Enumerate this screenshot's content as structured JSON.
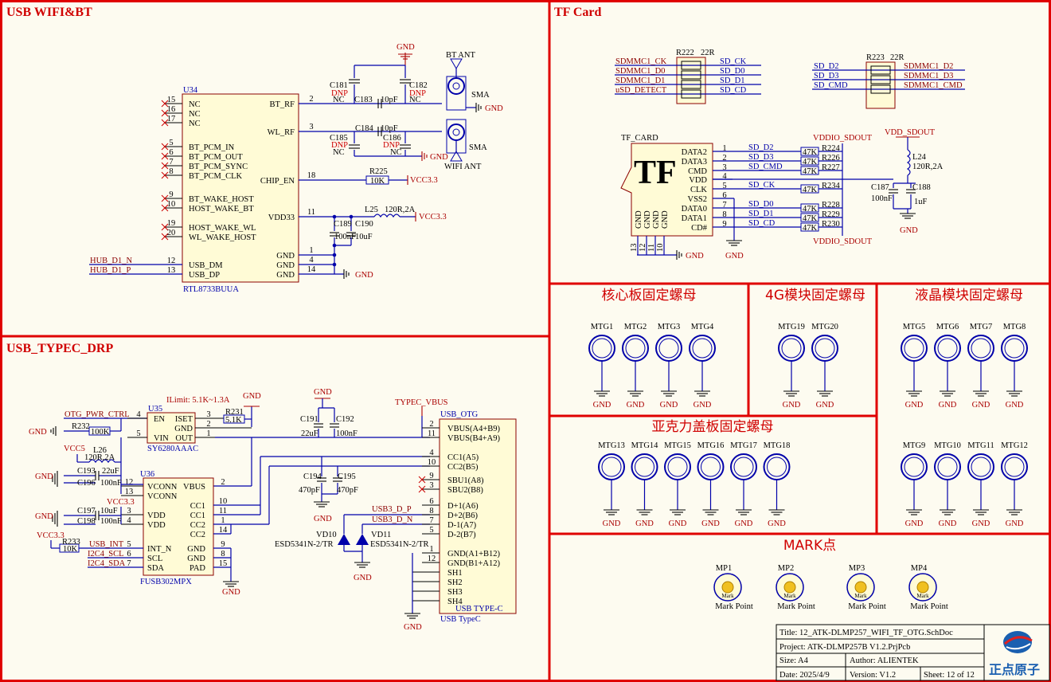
{
  "sections": {
    "usb_wifi_bt": "USB WIFI&BT",
    "tf_card": "TF Card",
    "usb_typec": "USB_TYPEC_DRP",
    "core_nut": "核心板固定螺母",
    "g4_nut": "4G模块固定螺母",
    "lcd_nut": "液晶模块固定螺母",
    "acrylic_nut": "亚克力盖板固定螺母",
    "mark": "MARK点"
  },
  "u34": {
    "ref": "U34",
    "part": "RTL8733BUUA",
    "left_pins": [
      {
        "num": "15",
        "name": "NC"
      },
      {
        "num": "16",
        "name": "NC"
      },
      {
        "num": "17",
        "name": "NC"
      },
      {
        "num": "5",
        "name": "BT_PCM_IN"
      },
      {
        "num": "6",
        "name": "BT_PCM_OUT"
      },
      {
        "num": "7",
        "name": "BT_PCM_SYNC"
      },
      {
        "num": "8",
        "name": "BT_PCM_CLK"
      },
      {
        "num": "9",
        "name": "BT_WAKE_HOST"
      },
      {
        "num": "10",
        "name": "HOST_WAKE_BT"
      },
      {
        "num": "19",
        "name": "HOST_WAKE_WL"
      },
      {
        "num": "20",
        "name": "WL_WAKE_HOST"
      },
      {
        "num": "12",
        "name": "USB_DM"
      },
      {
        "num": "13",
        "name": "USB_DP"
      }
    ],
    "right_pins": [
      {
        "num": "2",
        "name": "BT_RF"
      },
      {
        "num": "3",
        "name": "WL_RF"
      },
      {
        "num": "18",
        "name": "CHIP_EN"
      },
      {
        "num": "11",
        "name": "VDD33"
      },
      {
        "num": "1",
        "name": "GND"
      },
      {
        "num": "4",
        "name": "GND"
      },
      {
        "num": "14",
        "name": "GND"
      }
    ],
    "nets": {
      "dm": "HUB_D1_N",
      "dp": "HUB_D1_P"
    }
  },
  "wifi_parts": {
    "c181": "C181",
    "c182": "C182",
    "c183": "C183",
    "c184": "C184",
    "c185": "C185",
    "c186": "C186",
    "c189": "C189",
    "c190": "C190",
    "dnp": "DNP",
    "nc": "NC",
    "v10pf": "10pF",
    "r225": "R225",
    "r225v": "10K",
    "vcc33": "VCC3.3",
    "l25": "L25",
    "l25v": "120R,2A",
    "v100nf": "100nF",
    "v10uf": "10uF",
    "bt_ant": "BT ANT",
    "wifi_ant": "WIFI ANT",
    "sma": "SMA",
    "gnd": "GND"
  },
  "tf": {
    "r222": "R222",
    "r223": "R223",
    "v22r": "22R",
    "r222_left": [
      "SDMMC1_CK",
      "SDMMC1_D0",
      "SDMMC1_D1",
      "uSD_DETECT"
    ],
    "r222_right": [
      "SD_CK",
      "SD_D0",
      "SD_D1",
      "SD_CD"
    ],
    "r223_left": [
      "SD_D2",
      "SD_D3",
      "SD_CMD"
    ],
    "r223_right": [
      "SDMMC1_D2",
      "SDMMC1_D3",
      "SDMMC1_CMD"
    ],
    "ref": "TF_CARD",
    "logo": "TF",
    "pins": [
      {
        "num": "1",
        "name": "DATA2",
        "net": "SD_D2",
        "r": "R224"
      },
      {
        "num": "2",
        "name": "DATA3",
        "net": "SD_D3",
        "r": "R226"
      },
      {
        "num": "3",
        "name": "CMD",
        "net": "SD_CMD",
        "r": "R227"
      },
      {
        "num": "4",
        "name": "VDD",
        "net": "",
        "r": ""
      },
      {
        "num": "5",
        "name": "CLK",
        "net": "SD_CK",
        "r": "R234"
      },
      {
        "num": "6",
        "name": "VSS2",
        "net": "",
        "r": ""
      },
      {
        "num": "7",
        "name": "DATA0",
        "net": "SD_D0",
        "r": "R228"
      },
      {
        "num": "8",
        "name": "DATA1",
        "net": "SD_D1",
        "r": "R229"
      },
      {
        "num": "9",
        "name": "CD#",
        "net": "SD_CD",
        "r": "R230"
      }
    ],
    "gnd_pins": [
      "13",
      "12",
      "11",
      "10"
    ],
    "r47k": "47K",
    "vddio": "VDDIO_SDOUT",
    "vdd_sdout": "VDD_SDOUT",
    "l24": "L24",
    "l24v": "120R,2A",
    "c187": "C187",
    "c188": "C188",
    "v100nf": "100nF",
    "v1uf": "1uF"
  },
  "typec": {
    "ilimit": "ILimit: 5.1K~1.3A",
    "otg": "OTG_PWR_CTRL",
    "r232": "R232",
    "v100k": "100K",
    "u35": "U35",
    "u35part": "SY6280AAAC",
    "u35_left": [
      {
        "num": "4",
        "name": "EN"
      },
      {
        "num": "5",
        "name": "VIN"
      }
    ],
    "u35_right": [
      {
        "num": "3",
        "name": "ISET"
      },
      {
        "num": "2",
        "name": "GND"
      },
      {
        "num": "1",
        "name": "OUT"
      }
    ],
    "r231": "R231",
    "v5_1k": "5.1K",
    "vcc5": "VCC5",
    "l26": "L26",
    "l26v": "120R,2A",
    "c193": "C193",
    "c196": "C196",
    "v22uf": "22uF",
    "v100nf": "100nF",
    "c197": "C197",
    "c198": "C198",
    "v10uf": "10uF",
    "vcc33": "VCC3.3",
    "r233": "R233",
    "v10k": "10K",
    "usb_int": "USB_INT",
    "i2c_scl": "I2C4_SCL",
    "i2c_sda": "I2C4_SDA",
    "u36": "U36",
    "u36part": "FUSB302MPX",
    "u36_left": [
      {
        "num": "12",
        "name": "VCONN"
      },
      {
        "num": "13",
        "name": "VCONN"
      },
      {
        "num": "3",
        "name": "VDD"
      },
      {
        "num": "4",
        "name": "VDD"
      },
      {
        "num": "5",
        "name": "INT_N"
      },
      {
        "num": "6",
        "name": "SCL"
      },
      {
        "num": "7",
        "name": "SDA"
      }
    ],
    "u36_right": [
      {
        "num": "2",
        "name": "VBUS"
      },
      {
        "num": "10",
        "name": "CC1"
      },
      {
        "num": "11",
        "name": "CC1"
      },
      {
        "num": "1",
        "name": "CC2"
      },
      {
        "num": "14",
        "name": "CC2"
      },
      {
        "num": "9",
        "name": "GND"
      },
      {
        "num": "8",
        "name": "GND"
      },
      {
        "num": "15",
        "name": "PAD"
      }
    ],
    "c191": "C191",
    "c192": "C192",
    "c194": "C194",
    "c195": "C195",
    "v470pf": "470pF",
    "vd10": "VD10",
    "vd11": "VD11",
    "esd": "ESD5341N-2/TR",
    "typec_vbus": "TYPEC_VBUS",
    "usb_otg": "USB_OTG",
    "conn_pins": [
      {
        "num": "2",
        "name": "VBUS(A4+B9)"
      },
      {
        "num": "11",
        "name": "VBUS(B4+A9)"
      },
      {
        "num": "4",
        "name": "CC1(A5)"
      },
      {
        "num": "10",
        "name": "CC2(B5)"
      },
      {
        "num": "9",
        "name": "SBU1(A8)"
      },
      {
        "num": "3",
        "name": "SBU2(B8)"
      },
      {
        "num": "6",
        "name": "D+1(A6)"
      },
      {
        "num": "8",
        "name": "D+2(B6)"
      },
      {
        "num": "7",
        "name": "D-1(A7)"
      },
      {
        "num": "5",
        "name": "D-2(B7)"
      },
      {
        "num": "1",
        "name": "GND(A1+B12)"
      },
      {
        "num": "12",
        "name": "GND(B1+A12)"
      },
      {
        "num": "",
        "name": "SH1"
      },
      {
        "num": "",
        "name": "SH2"
      },
      {
        "num": "",
        "name": "SH3"
      },
      {
        "num": "",
        "name": "SH4"
      }
    ],
    "usb3_dp": "USB3_D_P",
    "usb3_dn": "USB3_D_N",
    "conn_type": "USB TYPE-C",
    "conn_part": "USB TypeC"
  },
  "mtg": {
    "core": [
      "MTG1",
      "MTG2",
      "MTG3",
      "MTG4"
    ],
    "g4": [
      "MTG19",
      "MTG20"
    ],
    "lcd_top": [
      "MTG5",
      "MTG6",
      "MTG7",
      "MTG8"
    ],
    "acrylic": [
      "MTG13",
      "MTG14",
      "MTG15",
      "MTG16",
      "MTG17",
      "MTG18"
    ],
    "lcd_bottom": [
      "MTG9",
      "MTG10",
      "MTG11",
      "MTG12"
    ],
    "gnd": "GND"
  },
  "mark": {
    "points": [
      "MP1",
      "MP2",
      "MP3",
      "MP4"
    ],
    "label": "Mark Point",
    "inner": "Mark"
  },
  "title_block": {
    "title": "Title: 12_ATK-DLMP257_WIFI_TF_OTG.SchDoc",
    "project": "Project: ATK-DLMP257B V1.2.PrjPcb",
    "size": "Size: A4",
    "author": "Author: ALIENTEK",
    "date": "Date: 2025/4/9",
    "version": "Version: V1.2",
    "sheet": "Sheet: 12 of 12",
    "logo": "正点原子"
  },
  "colors": {
    "frame": "#e00000",
    "wire": "#0000aa",
    "box": "#fffbd6"
  }
}
